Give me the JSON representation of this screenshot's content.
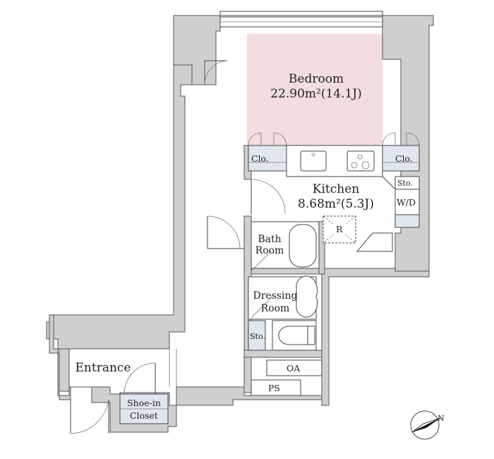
{
  "rooms": {
    "bedroom": {
      "name": "Bedroom",
      "area": "22.90m²(14.1J)"
    },
    "kitchen": {
      "name": "Kitchen",
      "area": "8.68m²(5.3J)"
    },
    "bath": {
      "line1": "Bath",
      "line2": "Room"
    },
    "dressing": {
      "line1": "Dressing",
      "line2": "Room"
    },
    "entrance": {
      "name": "Entrance"
    },
    "shoe_closet": {
      "line1": "Shoe-in",
      "line2": "Closet"
    }
  },
  "fixtures": {
    "closet_left": "Clo.",
    "closet_right": "Clo.",
    "storage_kitchen": "Sto.",
    "washer_dryer": "W/D",
    "refrigerator": "R",
    "storage_dressing": "Sto.",
    "oa": "OA",
    "ps": "PS"
  },
  "compass": {
    "label": "N"
  },
  "colors": {
    "wall": "#cfcfcf",
    "bedroom_fill": "#f2dede",
    "closet_fill": "#dfe6ef"
  }
}
